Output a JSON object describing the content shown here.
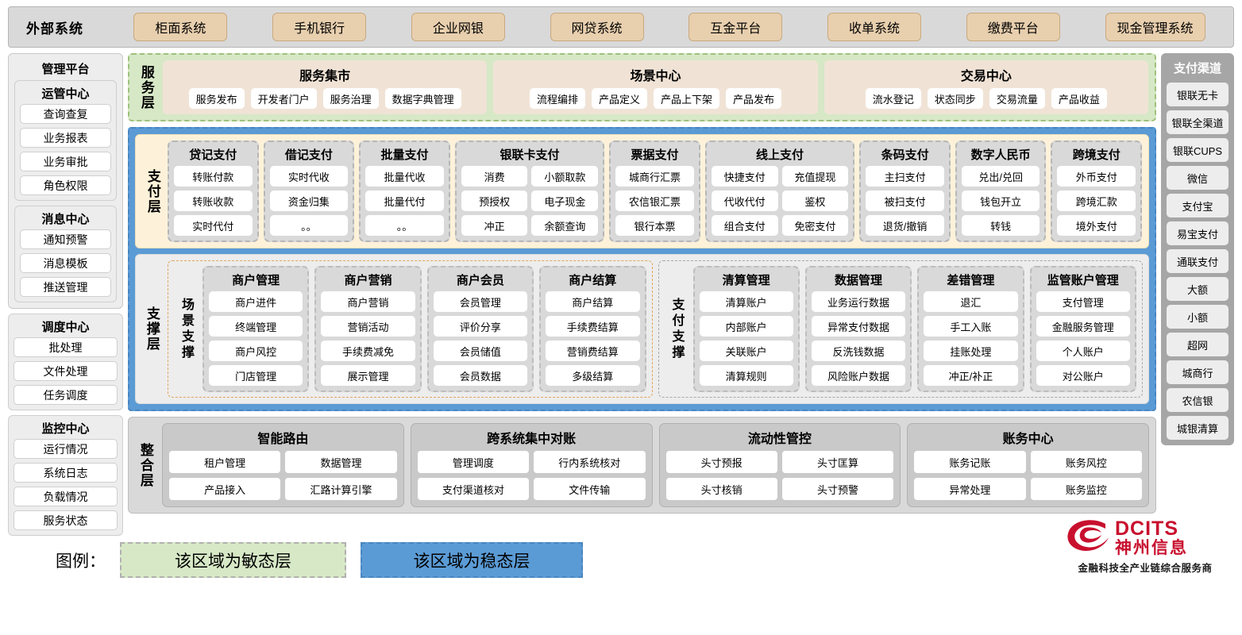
{
  "external": {
    "title": "外部系统",
    "items": [
      "柜面系统",
      "手机银行",
      "企业网银",
      "网贷系统",
      "互金平台",
      "收单系统",
      "缴费平台",
      "现金管理系统"
    ]
  },
  "left": {
    "title": "管理平台",
    "groups": [
      {
        "title": "运管中心",
        "items": [
          "查询查复",
          "业务报表",
          "业务审批",
          "角色权限"
        ]
      },
      {
        "title": "消息中心",
        "items": [
          "通知预警",
          "消息模板",
          "推送管理"
        ]
      },
      {
        "title": "调度中心",
        "items": [
          "批处理",
          "文件处理",
          "任务调度"
        ]
      },
      {
        "title": "监控中心",
        "items": [
          "运行情况",
          "系统日志",
          "负载情况",
          "服务状态"
        ]
      }
    ]
  },
  "service_layer": {
    "label": "服务层",
    "boxes": [
      {
        "title": "服务集市",
        "items": [
          "服务发布",
          "开发者门户",
          "服务治理",
          "数据字典管理"
        ]
      },
      {
        "title": "场景中心",
        "items": [
          "流程编排",
          "产品定义",
          "产品上下架",
          "产品发布"
        ]
      },
      {
        "title": "交易中心",
        "items": [
          "流水登记",
          "状态同步",
          "交易流量",
          "产品收益"
        ]
      }
    ]
  },
  "payment_layer": {
    "label": "支付层",
    "clusters": [
      {
        "title": "贷记支付",
        "cols": 1,
        "items": [
          "转账付款",
          "转账收款",
          "实时代付"
        ]
      },
      {
        "title": "借记支付",
        "cols": 1,
        "items": [
          "实时代收",
          "资金归集",
          "。。"
        ]
      },
      {
        "title": "批量支付",
        "cols": 1,
        "items": [
          "批量代收",
          "批量代付",
          "。。"
        ]
      },
      {
        "title": "银联卡支付",
        "cols": 2,
        "items": [
          "消费",
          "小额取款",
          "预授权",
          "电子现金",
          "冲正",
          "余额查询"
        ]
      },
      {
        "title": "票据支付",
        "cols": 1,
        "items": [
          "城商行汇票",
          "农信银汇票",
          "银行本票"
        ]
      },
      {
        "title": "线上支付",
        "cols": 2,
        "items": [
          "快捷支付",
          "充值提现",
          "代收代付",
          "鉴权",
          "组合支付",
          "免密支付"
        ]
      },
      {
        "title": "条码支付",
        "cols": 1,
        "items": [
          "主扫支付",
          "被扫支付",
          "退货/撤销"
        ]
      },
      {
        "title": "数字人民币",
        "cols": 1,
        "items": [
          "兑出/兑回",
          "钱包开立",
          "转钱"
        ]
      },
      {
        "title": "跨境支付",
        "cols": 1,
        "items": [
          "外币支付",
          "跨境汇款",
          "境外支付"
        ]
      }
    ]
  },
  "support_layer": {
    "label": "支撑层",
    "scene": {
      "label": "场景支撑",
      "clusters": [
        {
          "title": "商户管理",
          "items": [
            "商户进件",
            "终端管理",
            "商户风控",
            "门店管理"
          ]
        },
        {
          "title": "商户营销",
          "items": [
            "商户营销",
            "营销活动",
            "手续费减免",
            "展示管理"
          ]
        },
        {
          "title": "商户会员",
          "items": [
            "会员管理",
            "评价分享",
            "会员储值",
            "会员数据"
          ]
        },
        {
          "title": "商户结算",
          "items": [
            "商户结算",
            "手续费结算",
            "营销费结算",
            "多级结算"
          ]
        }
      ]
    },
    "paysupport": {
      "label": "支付支撑",
      "clusters": [
        {
          "title": "清算管理",
          "items": [
            "清算账户",
            "内部账户",
            "关联账户",
            "清算规则"
          ]
        },
        {
          "title": "数据管理",
          "items": [
            "业务运行数据",
            "异常支付数据",
            "反洗钱数据",
            "风险账户数据"
          ]
        },
        {
          "title": "差错管理",
          "items": [
            "退汇",
            "手工入账",
            "挂账处理",
            "冲正/补正"
          ]
        },
        {
          "title": "监管账户管理",
          "items": [
            "支付管理",
            "金融服务管理",
            "个人账户",
            "对公账户"
          ]
        }
      ]
    }
  },
  "integration_layer": {
    "label": "整合层",
    "boxes": [
      {
        "title": "智能路由",
        "items": [
          "租户管理",
          "数据管理",
          "产品接入",
          "汇路计算引擎"
        ]
      },
      {
        "title": "跨系统集中对账",
        "items": [
          "管理调度",
          "行内系统核对",
          "支付渠道核对",
          "文件传输"
        ]
      },
      {
        "title": "流动性管控",
        "items": [
          "头寸预报",
          "头寸匡算",
          "头寸核销",
          "头寸预警"
        ]
      },
      {
        "title": "账务中心",
        "items": [
          "账务记账",
          "账务风控",
          "异常处理",
          "账务监控"
        ]
      }
    ]
  },
  "right": {
    "title": "支付渠道",
    "items": [
      "银联无卡",
      "银联全渠道",
      "银联CUPS",
      "微信",
      "支付宝",
      "易宝支付",
      "通联支付",
      "大额",
      "小额",
      "超网",
      "城商行",
      "农信银",
      "城银清算"
    ]
  },
  "legend": {
    "label": "图例：",
    "agile": "该区域为敏态层",
    "stable": "该区域为稳态层"
  },
  "logo": {
    "en": "DCITS",
    "cn": "神州信息",
    "tagline": "金融科技全产业链综合服务商"
  },
  "colors": {
    "agile_green": "#d7e8c6",
    "stable_blue": "#5b9bd5",
    "external_chip": "#e8cfae",
    "payment_bg": "#fdf2d9",
    "brand_red": "#c8102e"
  }
}
